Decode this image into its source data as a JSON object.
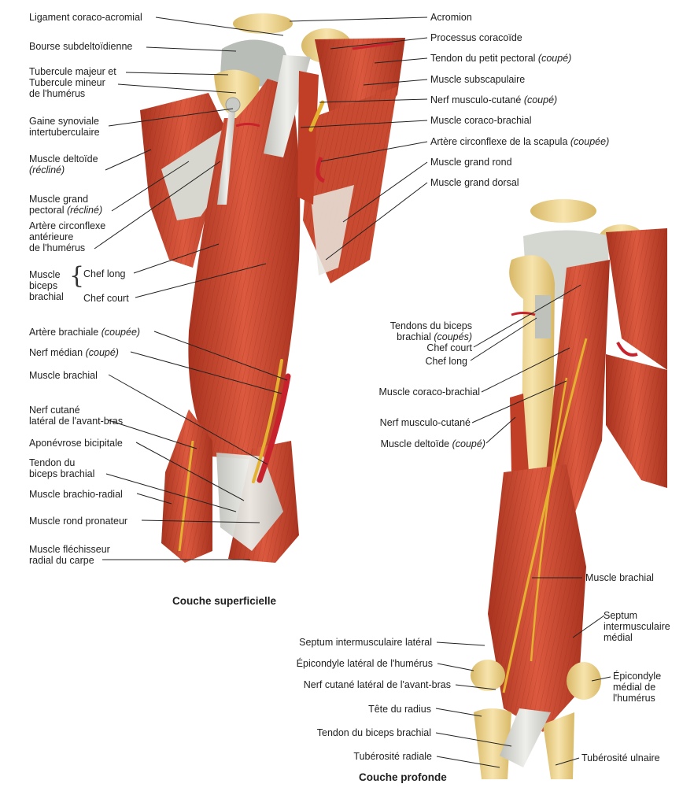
{
  "colors": {
    "muscle": "#c9452e",
    "muscle_dark": "#a8331f",
    "muscle_light": "#e0664a",
    "tendon": "#dcdcd6",
    "bone": "#efd79a",
    "artery": "#c8232c",
    "nerve": "#e4b230",
    "leader": "#222222"
  },
  "superficial": {
    "caption": "Couche superficielle",
    "labels": {
      "lig_coraco_acromial": "Ligament coraco-acromial",
      "bourse": "Bourse subdeltoïdienne",
      "tubercules_1": "Tubercule majeur et",
      "tubercules_2": "Tubercule mineur",
      "tubercules_3": "de l'humérus",
      "gaine_1": "Gaine synoviale",
      "gaine_2": "intertuberculaire",
      "deltoide_1": "Muscle deltoïde",
      "deltoide_2": "(récliné)",
      "grand_pectoral_1": "Muscle grand",
      "grand_pectoral_2": "pectoral",
      "grand_pectoral_3": "(récliné)",
      "art_circ_1": "Artère circonflexe",
      "art_circ_2": "antérieure",
      "art_circ_3": "de l'humérus",
      "biceps_1": "Muscle",
      "biceps_2": "biceps",
      "biceps_3": "brachial",
      "chef_long": "Chef long",
      "chef_court": "Chef court",
      "art_brachiale_1": "Artère brachiale",
      "art_brachiale_2": "(coupée)",
      "nerf_median_1": "Nerf médian",
      "nerf_median_2": "(coupé)",
      "brachial": "Muscle brachial",
      "nerf_cutane_1": "Nerf cutané",
      "nerf_cutane_2": "latéral de l'avant-bras",
      "aponevrose": "Aponévrose bicipitale",
      "tendon_biceps_1": "Tendon du",
      "tendon_biceps_2": "biceps brachial",
      "brachio_radial": "Muscle brachio-radial",
      "rond_pronateur": "Muscle rond pronateur",
      "flechisseur_1": "Muscle fléchisseur",
      "flechisseur_2": "radial du carpe",
      "acromion": "Acromion",
      "coracoide": "Processus coracoïde",
      "petit_pectoral_1": "Tendon du petit pectoral",
      "petit_pectoral_2": "(coupé)",
      "subscapulaire": "Muscle subscapulaire",
      "musculo_cutane_1": "Nerf musculo-cutané",
      "musculo_cutane_2": "(coupé)",
      "coraco_brachial": "Muscle coraco-brachial",
      "art_scapula_1": "Artère circonflexe de la scapula",
      "art_scapula_2": "(coupée)",
      "grand_rond": "Muscle grand rond",
      "grand_dorsal": "Muscle grand dorsal"
    }
  },
  "deep": {
    "caption": "Couche profonde",
    "labels": {
      "tendons_biceps_1": "Tendons du biceps",
      "tendons_biceps_2": "brachial",
      "tendons_biceps_3": "(coupés)",
      "chef_court": "Chef court",
      "chef_long": "Chef long",
      "coraco_brachial": "Muscle coraco-brachial",
      "musculo_cutane": "Nerf musculo-cutané",
      "deltoide_1": "Muscle deltoïde",
      "deltoide_2": "(coupé)",
      "brachial": "Muscle brachial",
      "septum_med_1": "Septum",
      "septum_med_2": "intermusculaire",
      "septum_med_3": "médial",
      "septum_lat": "Septum intermusculaire latéral",
      "epicondyle_lat": "Épicondyle latéral de l'humérus",
      "nerf_cutane": "Nerf cutané latéral de l'avant-bras",
      "epicondyle_med_1": "Épicondyle",
      "epicondyle_med_2": "médial de",
      "epicondyle_med_3": "l'humérus",
      "tete_radius": "Tête du radius",
      "tendon_biceps": "Tendon du biceps brachial",
      "tuberosite_radiale": "Tubérosité radiale",
      "tuberosite_ulnaire": "Tubérosité ulnaire"
    }
  }
}
